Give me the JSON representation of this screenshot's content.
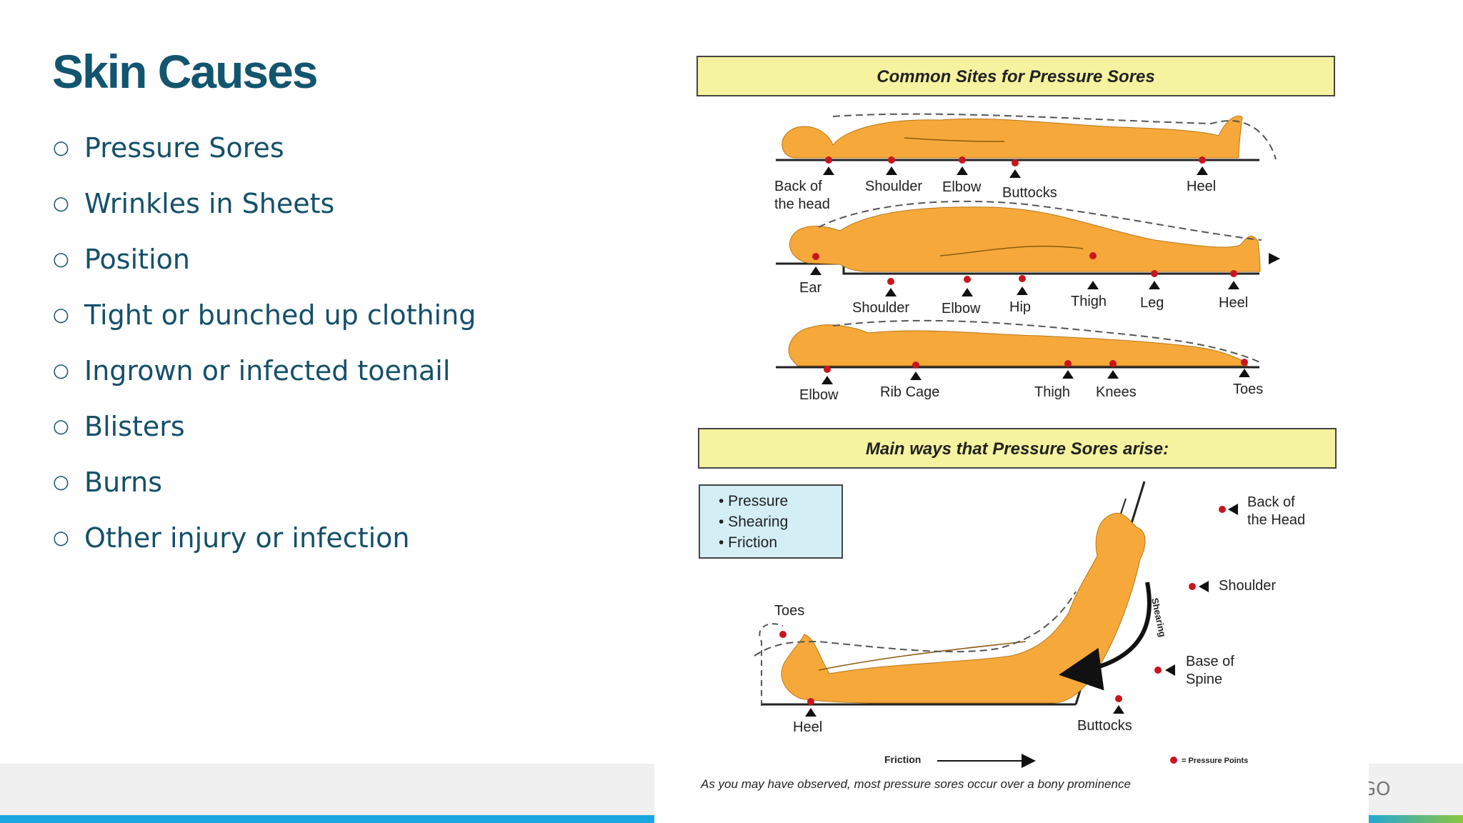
{
  "title": "Skin Causes",
  "bullet_marker": "○",
  "bullets": [
    "Pressure Sores",
    "Wrinkles in Sheets",
    "Position",
    "Tight or bunched up clothing",
    "Ingrown or infected toenail",
    "Blisters",
    "Burns",
    "Other injury or infection"
  ],
  "figure": {
    "header1": "Common Sites for Pressure Sores",
    "row1": {
      "back_of": "Back of",
      "the_head": "the head",
      "shoulder": "Shoulder",
      "elbow": "Elbow",
      "buttocks": "Buttocks",
      "heel": "Heel"
    },
    "row2": {
      "ear": "Ear",
      "shoulder": "Shoulder",
      "elbow": "Elbow",
      "hip": "Hip",
      "thigh": "Thigh",
      "leg": "Leg",
      "heel": "Heel"
    },
    "row3": {
      "elbow": "Elbow",
      "rib_cage": "Rib Cage",
      "thigh": "Thigh",
      "knees": "Knees",
      "toes": "Toes"
    },
    "header2": "Main ways that Pressure Sores arise:",
    "ways": [
      "• Pressure",
      "• Shearing",
      "• Friction"
    ],
    "sit": {
      "back_of": "Back of",
      "the_head": "the Head",
      "shoulder": "Shoulder",
      "base_of": "Base of",
      "spine": "Spine",
      "toes": "Toes",
      "heel": "Heel",
      "buttocks": "Buttocks",
      "shearing": "Shearing"
    },
    "friction_label": "Friction",
    "legend_text": "= Pressure Points",
    "caption": "As you may have observed, most pressure sores occur over a bony prominence"
  },
  "footer": {
    "logo_fragment": "GO"
  },
  "colors": {
    "title": "#12556e",
    "text": "#14506a",
    "skin": "#f6a93a",
    "header_fill": "#f6f3a0",
    "ways_fill": "#d4eef6",
    "point": "#c8161d",
    "bar_blue": "#1aa6df",
    "bar_green": "#8cc63f"
  }
}
